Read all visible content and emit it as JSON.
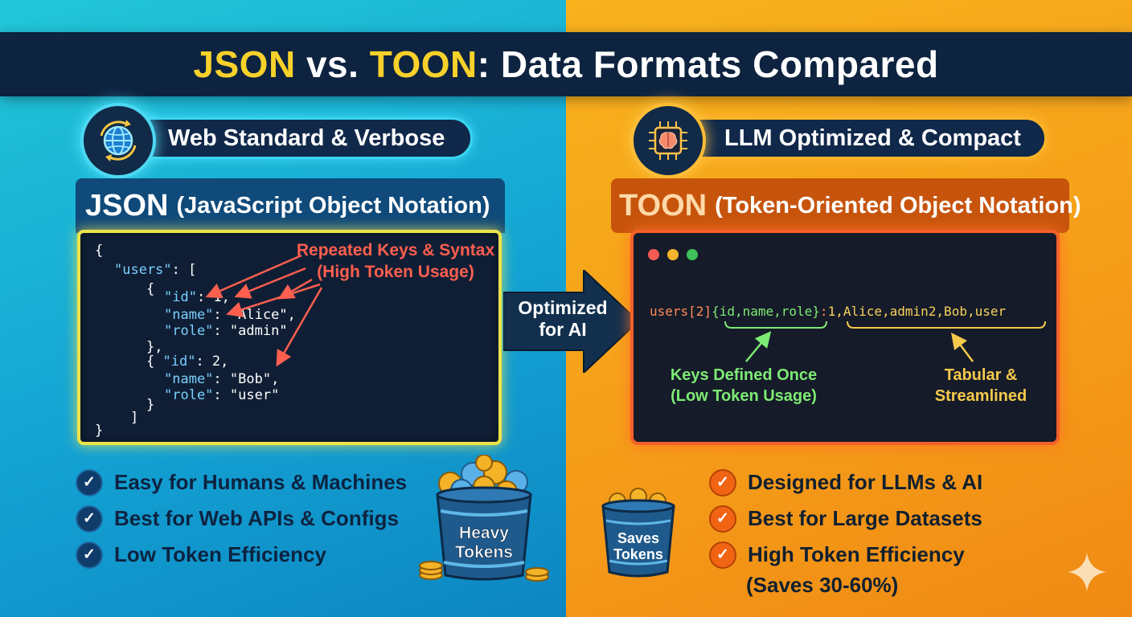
{
  "title": {
    "part1": "JSON",
    "part2": " vs. ",
    "part3": "TOON",
    "part4": ": Data Formats Compared"
  },
  "left": {
    "pill_label": "Web Standard & Verbose",
    "icon": "globe-icon",
    "header_big": "JSON",
    "header_small": "(JavaScript Object Notation)",
    "annotation_line1": "Repeated Keys & Syntax",
    "annotation_line2": "(High Token Usage)",
    "bullets": [
      "Easy for Humans & Machines",
      "Best for Web APIs & Configs",
      "Low Token Efficiency"
    ],
    "bucket_line1": "Heavy",
    "bucket_line2": "Tokens"
  },
  "middle": {
    "arrow_line1": "Optimized",
    "arrow_line2": "for AI"
  },
  "right": {
    "pill_label": "LLM Optimized & Compact",
    "icon": "brain-chip-icon",
    "header_big": "TOON",
    "header_small": "(Token-Oriented Object Notation)",
    "toon_prefix": "users[2]",
    "toon_keys": "{id,name,role}",
    "toon_colon": ":",
    "toon_values": "1,Alice,admin2,Bob,user",
    "note_keys_line1": "Keys Defined Once",
    "note_keys_line2": "(Low Token Usage)",
    "note_tab_line1": "Tabular &",
    "note_tab_line2": "Streamlined",
    "bullets": [
      "Designed for LLMs & AI",
      "Best for Large Datasets",
      "High Token Efficiency"
    ],
    "bullet_sub": "(Saves 30-60%)",
    "bucket_line1": "Saves",
    "bucket_line2": "Tokens"
  },
  "colors": {
    "json_accent": "#ede34a",
    "toon_accent": "#f5602a",
    "banner_bg": "#0d2340",
    "highlight": "#f8d12a"
  }
}
